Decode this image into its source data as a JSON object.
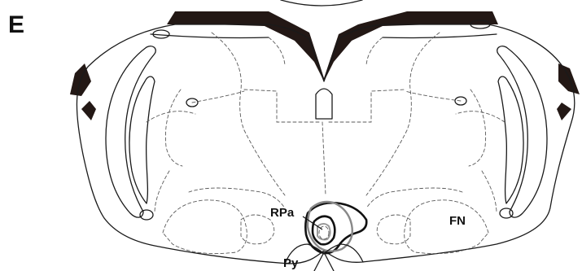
{
  "figure": {
    "panel_letter": "E",
    "labels": {
      "rpa": "RPa",
      "fn": "FN",
      "py": "Py"
    }
  },
  "colors": {
    "dark_fill": "#231815",
    "outline": "#1a1a1a",
    "dashed": "#5a5a5a",
    "lesion_black": "#111111",
    "lesion_gray": "#888888"
  }
}
